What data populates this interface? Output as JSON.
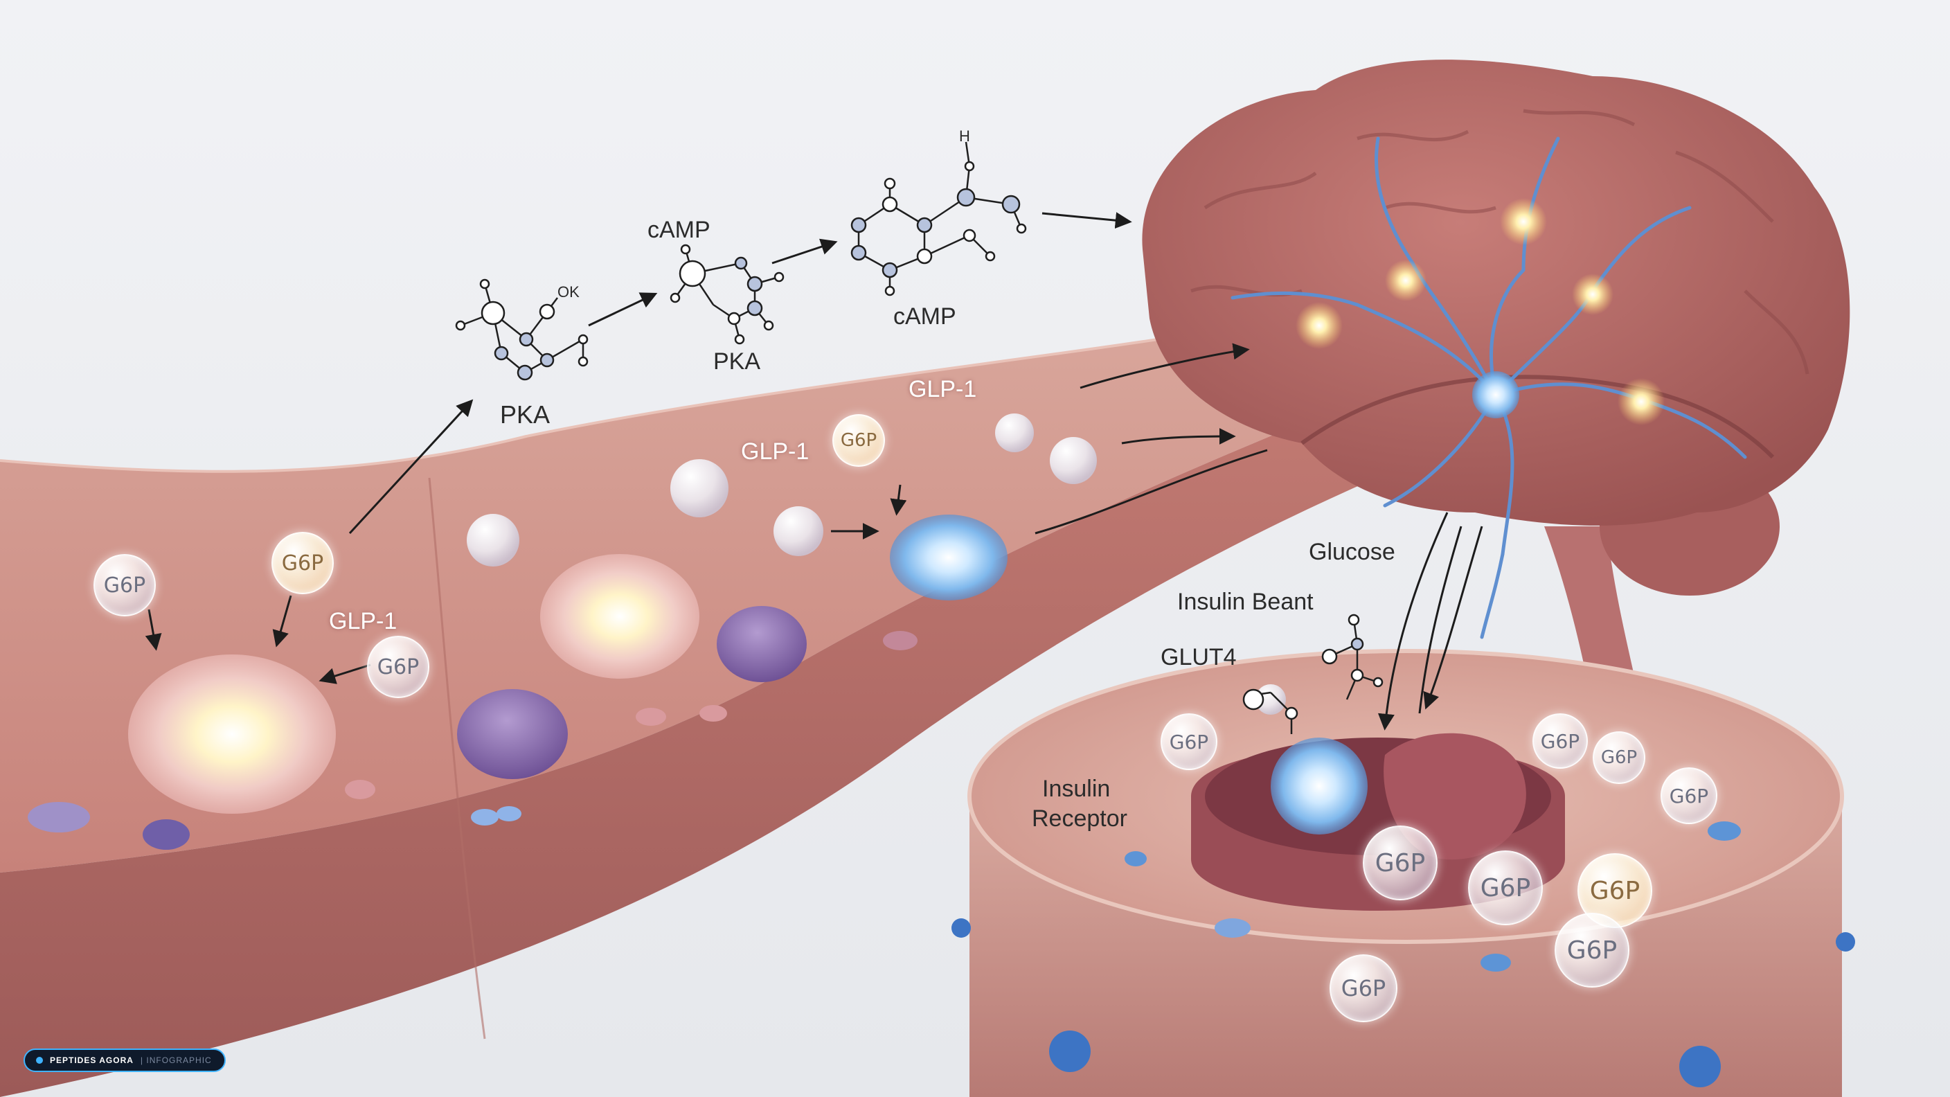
{
  "labels": {
    "pka_left": "PKA",
    "ok_atom": "OK",
    "camp_top": "cAMP",
    "pka_mid": "PKA",
    "camp_right": "cAMP",
    "h_atom": "H",
    "glp1_top": "GLP-1",
    "glp1_mid": "GLP-1",
    "glp1_left": "GLP-1",
    "glucose": "Glucose",
    "insulin_beant": "Insulin Beant",
    "glut4": "GLUT4",
    "insulin_receptor_line1": "Insulin",
    "insulin_receptor_line2": "Receptor",
    "g6p": "G6P"
  },
  "badge": {
    "brand": "PEPTIDES AGORA",
    "tag": "INFOGRAPHIC"
  },
  "colors": {
    "background": "#eceef2",
    "tissue": "#c9857c",
    "brain": "#b56a68",
    "neuron": "#5f8fd0",
    "glow": "#fff3c4",
    "badge_border": "#3fb3ff"
  }
}
